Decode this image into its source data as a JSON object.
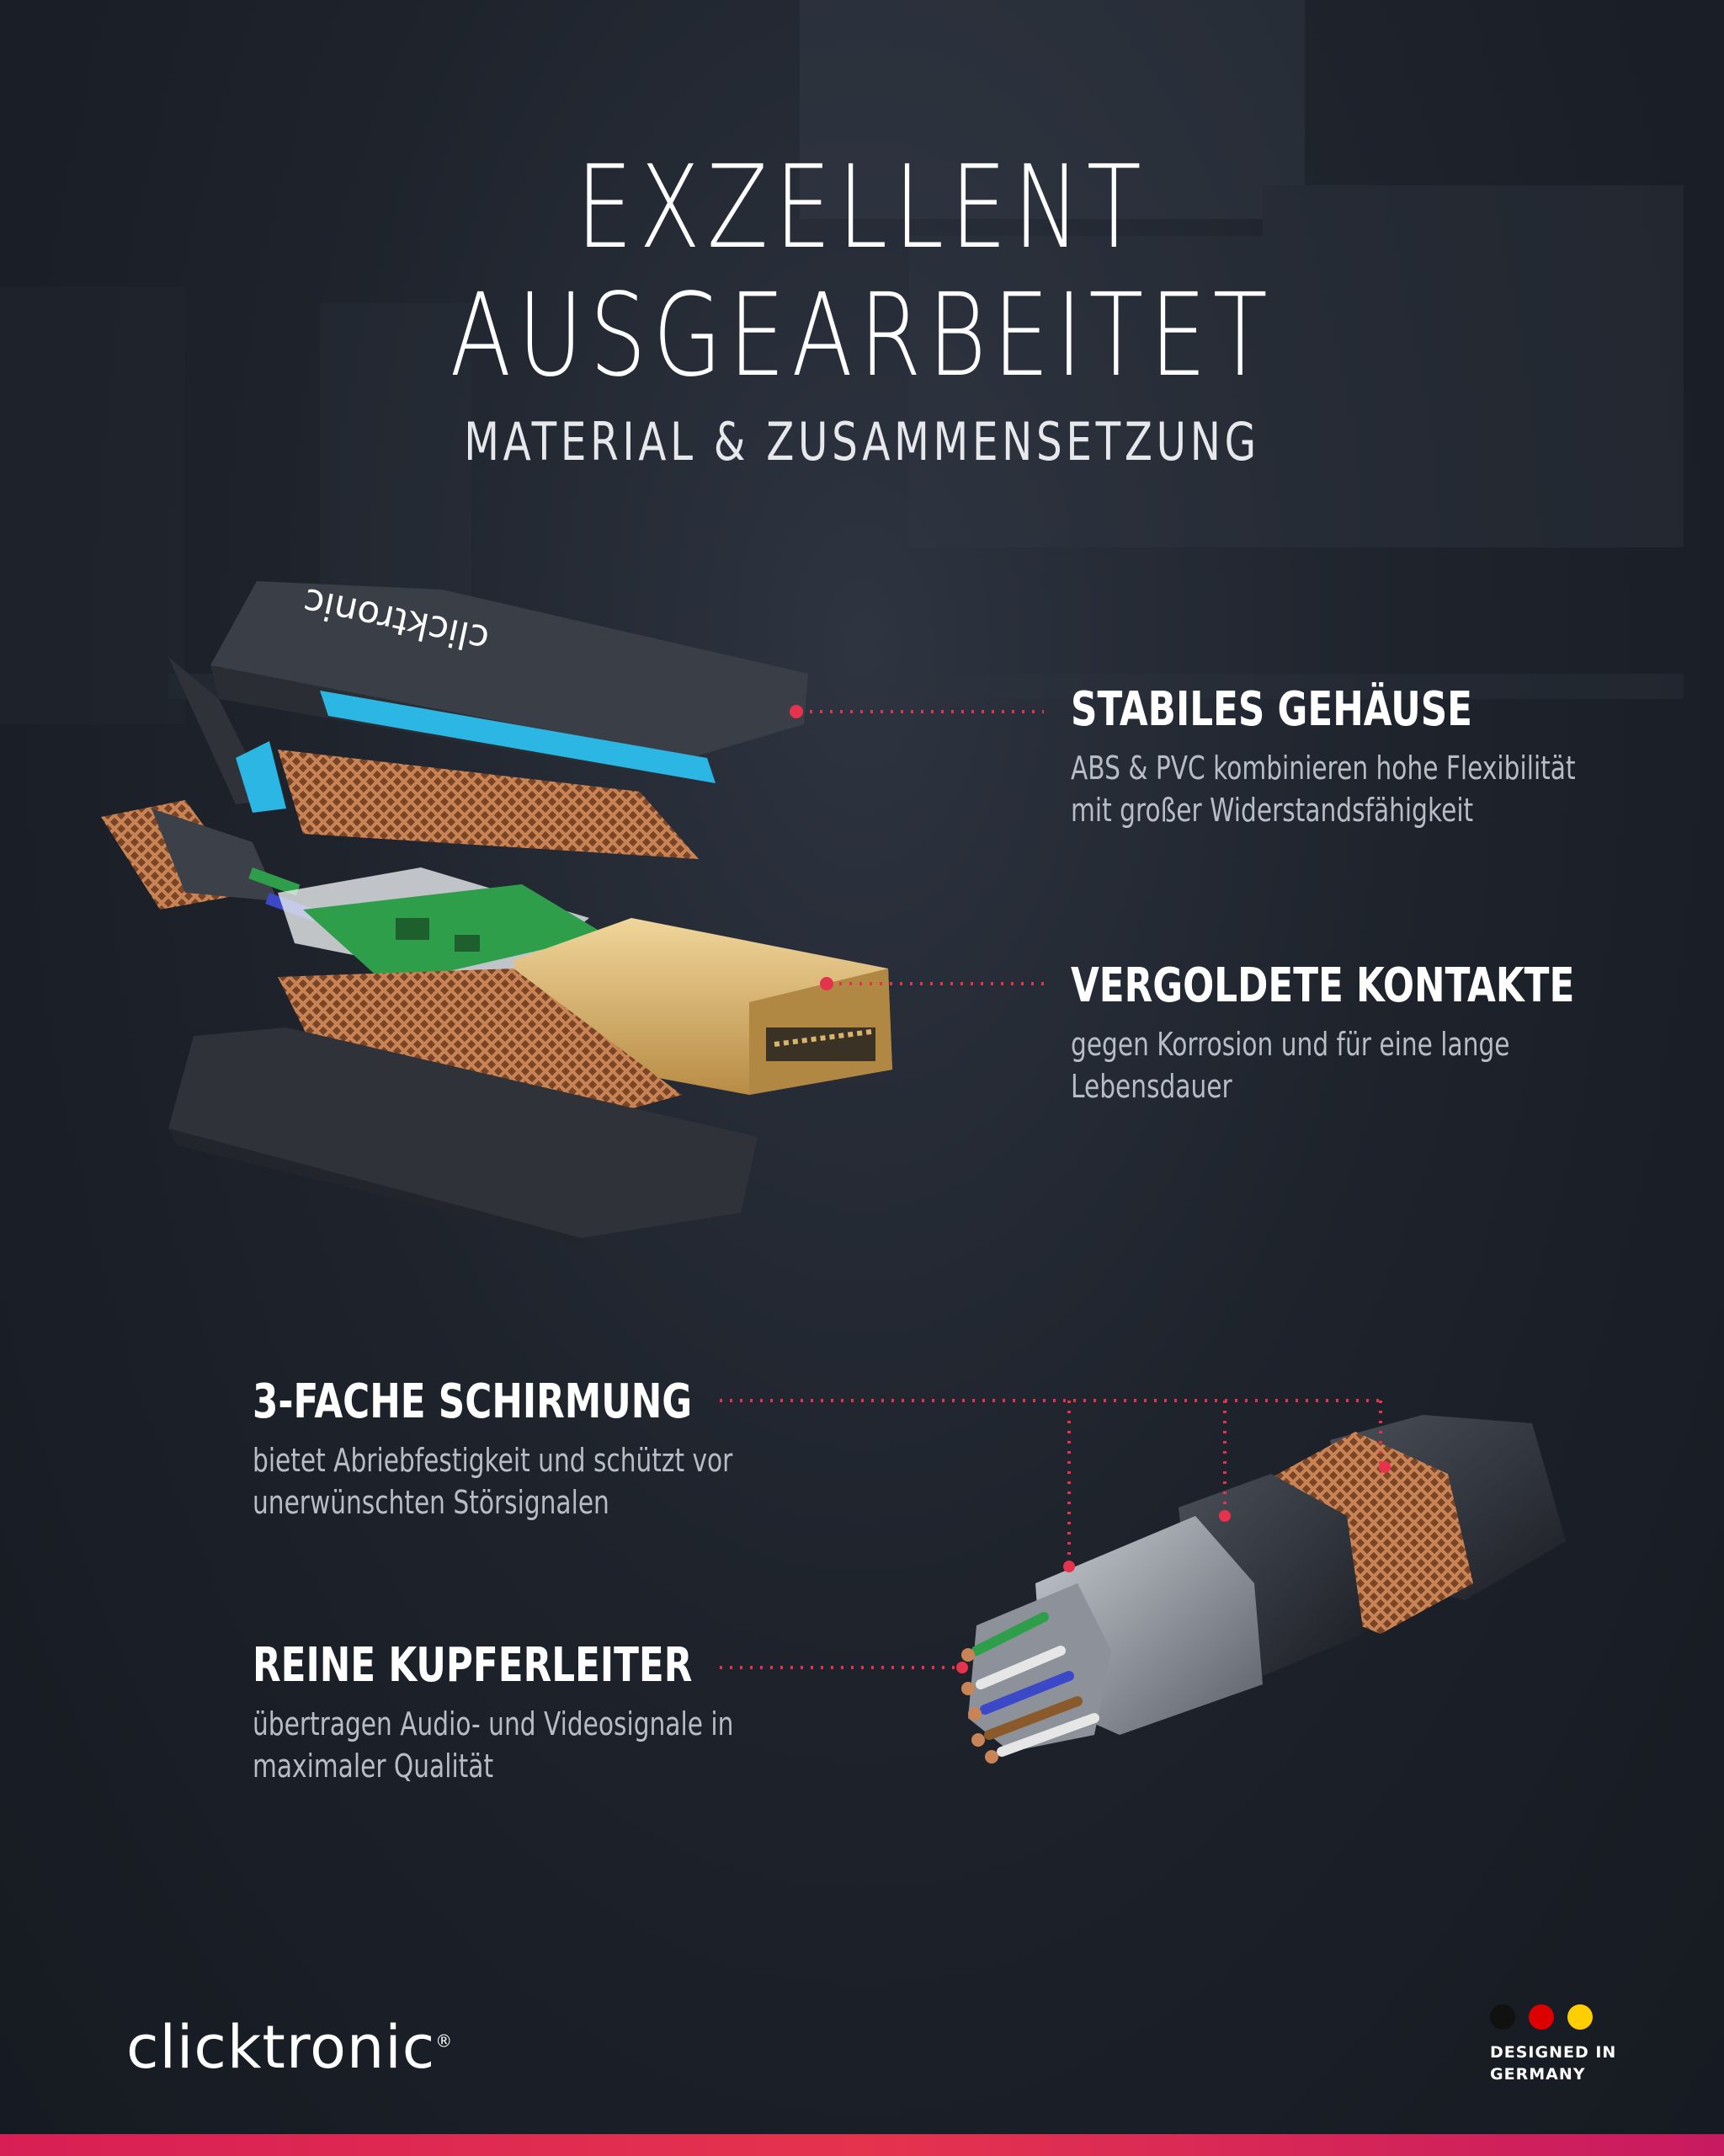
{
  "headline": {
    "line1": "EXZELLENT",
    "line2": "AUSGEARBEITET",
    "subtitle": "MATERIAL & ZUSAMMENSETZUNG"
  },
  "features": [
    {
      "title": "STABILES GEHÄUSE",
      "desc_lines": [
        "ABS & PVC kombinieren hohe Flexibilität",
        "mit großer Widerstandsfähigkeit"
      ]
    },
    {
      "title": "VERGOLDETE KONTAKTE",
      "desc_lines": [
        "gegen Korrosion und für eine lange",
        "Lebensdauer"
      ]
    },
    {
      "title": "3-FACHE SCHIRMUNG",
      "desc_lines": [
        "bietet Abriebfestigkeit und schützt vor",
        "unerwünschten Störsignalen"
      ]
    },
    {
      "title": "REINE KUPFERLEITER",
      "desc_lines": [
        "übertragen Audio- und Videosignale in",
        "maximaler Qualität"
      ]
    }
  ],
  "housing_brand": "clicktronic",
  "footer": {
    "logo_text": "clicktronic",
    "logo_mark": "®",
    "badge_line1": "DESIGNED IN",
    "badge_line2": "GERMANY"
  },
  "colors": {
    "accent": "#e5334e",
    "flag_black": "#111111",
    "flag_red": "#dd0000",
    "flag_gold": "#ffce00",
    "connector_gold": "#d9b46a",
    "clip_blue": "#2bb6e3",
    "pcb_green": "#2f9e4b",
    "copper": "#a8643a"
  }
}
